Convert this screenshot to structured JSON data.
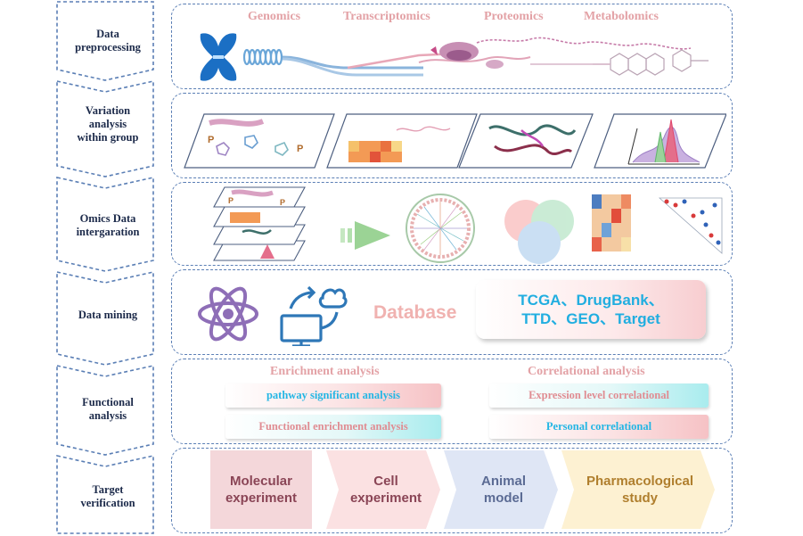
{
  "stages": [
    {
      "id": "preprocessing",
      "line1": "Data",
      "line2": "preprocessing",
      "line3": ""
    },
    {
      "id": "variation",
      "line1": "Variation",
      "line2": "analysis",
      "line3": "within group"
    },
    {
      "id": "integration",
      "line1": "Omics Data",
      "line2": "intergaration",
      "line3": ""
    },
    {
      "id": "mining",
      "line1": "Data mining",
      "line2": "",
      "line3": ""
    },
    {
      "id": "functional",
      "line1": "Functional",
      "line2": "analysis",
      "line3": ""
    },
    {
      "id": "verification",
      "line1": "Target",
      "line2": "verification",
      "line3": ""
    }
  ],
  "omics_titles": [
    "Genomics",
    "Transcriptomics",
    "Proteomics",
    "Metabolomics"
  ],
  "mining": {
    "database_label": "Database",
    "sources_line1": "TCGA、DrugBank、",
    "sources_line2": "TTD、GEO、Target"
  },
  "functional": {
    "enrichment_title": "Enrichment analysis",
    "correlational_title": "Correlational analysis",
    "pathway": "pathway significant analysis",
    "functional_enrichment": "Functional enrichment analysis",
    "expression": "Expression level correlational",
    "personal": "Personal correlational"
  },
  "verification_steps": [
    {
      "line1": "Molecular",
      "line2": "experiment"
    },
    {
      "line1": "Cell",
      "line2": "experiment"
    },
    {
      "line1": "Animal",
      "line2": "model"
    },
    {
      "line1": "Pharmacological",
      "line2": "study"
    }
  ],
  "colors": {
    "border_blue": "#5b7fb5",
    "title_pink": "#e3a2a6",
    "source_blue": "#21aee0",
    "molecular": "#f4d7da",
    "cell": "#fbe1e2",
    "animal": "#dfe6f5",
    "pharmacological": "#fdf1d2"
  }
}
